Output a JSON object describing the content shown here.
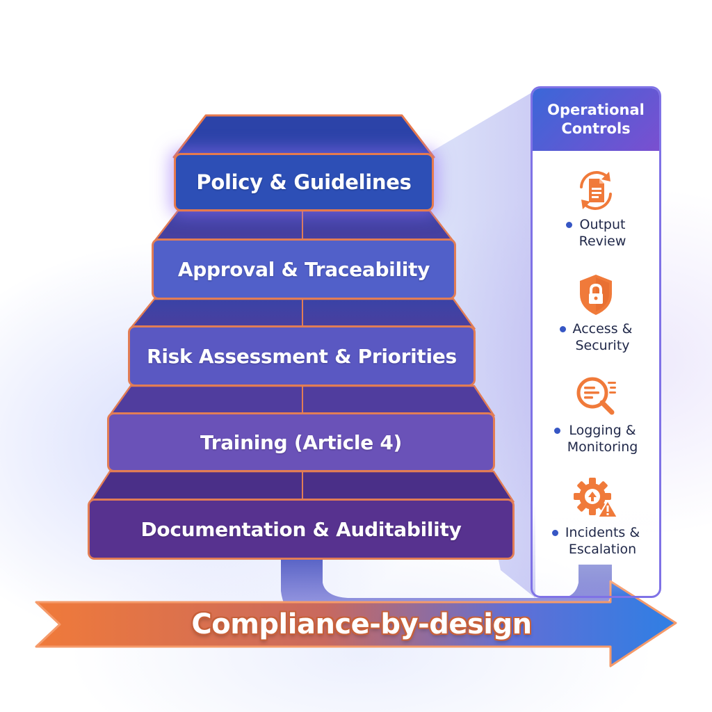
{
  "layers": [
    {
      "label": "Policy & Guidelines"
    },
    {
      "label": "Approval & Traceability"
    },
    {
      "label": "Risk Assessment & Priorities"
    },
    {
      "label": "Training (Article 4)"
    },
    {
      "label": "Documentation & Auditability"
    }
  ],
  "controls": {
    "title_line1": "Operational",
    "title_line2": "Controls",
    "items": [
      {
        "line1": "Output",
        "line2": "Review",
        "icon": "document-refresh-icon"
      },
      {
        "line1": "Access &",
        "line2": "Security",
        "icon": "lock-shield-icon"
      },
      {
        "line1": "Logging &",
        "line2": "Monitoring",
        "icon": "log-search-icon"
      },
      {
        "line1": "Incidents &",
        "line2": "Escalation",
        "icon": "gear-warning-icon"
      }
    ]
  },
  "arrow": {
    "label": "Compliance-by-design"
  },
  "colors": {
    "accent_orange": "#f07a3a",
    "deep_blue": "#2d4fb6",
    "deep_purple": "#57328f",
    "panel_border": "#7f72e6"
  }
}
